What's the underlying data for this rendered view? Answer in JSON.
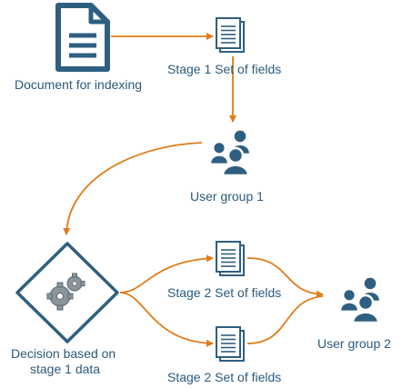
{
  "colors": {
    "icon": "#2f5f80",
    "arrow": "#e07b1a",
    "text": "#2b5a7d",
    "paper_fill": "#ffffff"
  },
  "labels": {
    "document": "Document for indexing",
    "stage1_fields": "Stage 1 Set of fields",
    "user_group_1": "User group 1",
    "decision_line1": "Decision based on",
    "decision_line2": "stage 1 data",
    "stage2_fields_a": "Stage 2 Set of fields",
    "stage2_fields_b": "Stage 2 Set of fields",
    "user_group_2": "User group 2"
  },
  "icons": {
    "document": "document-icon",
    "field_sheet": "field-list-icon",
    "users": "user-group-icon",
    "decision": "gears-decision-icon"
  }
}
